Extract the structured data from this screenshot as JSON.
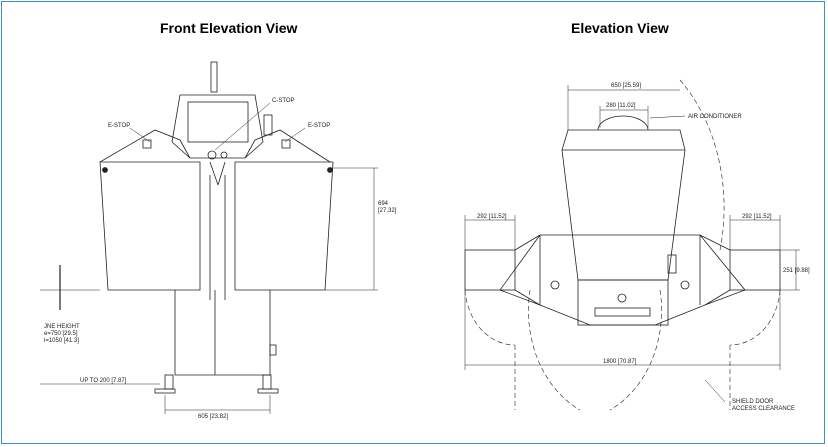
{
  "colors": {
    "frame": "#3a8fc4",
    "ink": "#222222"
  },
  "front": {
    "title": "Front Elevation View",
    "labels": {
      "estop_left": "E-STOP",
      "estop_center": "C-STOP",
      "estop_right": "E-STOP",
      "height_dim": "694",
      "height_dim_in": "[27.32]",
      "line_height": "JNE HEIGHT",
      "line_height_750": "e=750 [29.5]",
      "line_height_1050": "l=1050 [41.3]",
      "up_to": "UP TO 200 [7.87]",
      "base_width": "605 [23.82]"
    }
  },
  "side": {
    "title": "Elevation View",
    "labels": {
      "top_width": "650 [25.59]",
      "inner_width": "280 [11.02]",
      "air_conditioner": "AIR CONDITIONER",
      "left_ext": "292 [11.52]",
      "right_ext": "292 [11.52]",
      "height_251": "251 [9.88]",
      "overall_width": "1800 [70.87]",
      "shield_door_1": "SHIELD DOOR",
      "shield_door_2": "ACCESS CLEARANCE"
    }
  }
}
